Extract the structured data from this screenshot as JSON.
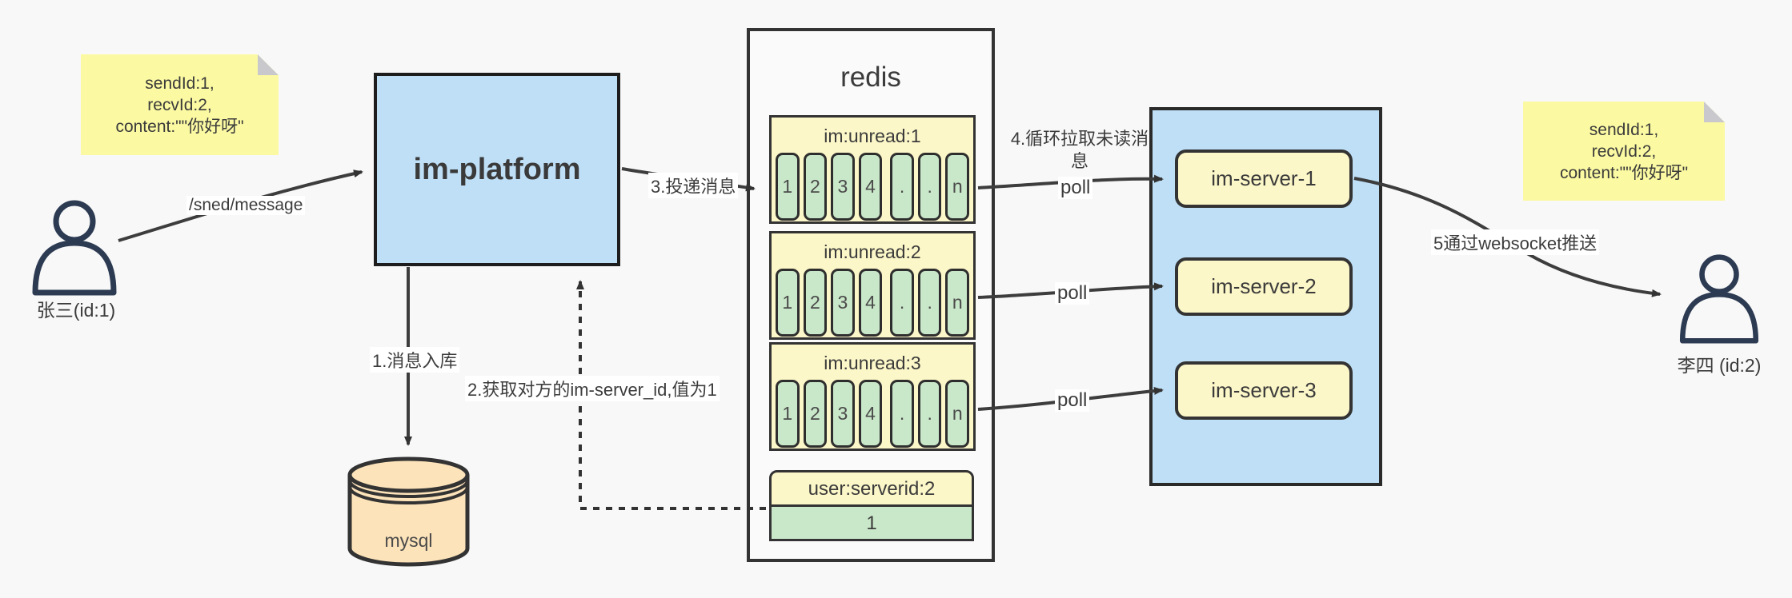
{
  "page": {
    "background": "#f8f8f8"
  },
  "sender": {
    "name": "张三(id:1)"
  },
  "receiver": {
    "name": "李四 (id:2)"
  },
  "note_left": {
    "lines": [
      "sendId:1,",
      "recvId:2,",
      "content:\"\"你好呀\""
    ]
  },
  "note_right": {
    "lines": [
      "sendId:1,",
      "recvId:2,",
      "content:\"\"你好呀\""
    ]
  },
  "platform": {
    "title": "im-platform"
  },
  "mysql": {
    "title": "mysql"
  },
  "redis": {
    "title": "redis",
    "queues": [
      {
        "header": "im:unread:1",
        "cells": [
          "1",
          "2",
          "3",
          "4",
          ".",
          ".",
          "n"
        ]
      },
      {
        "header": "im:unread:2",
        "cells": [
          "1",
          "2",
          "3",
          "4",
          ".",
          ".",
          "n"
        ]
      },
      {
        "header": "im:unread:3",
        "cells": [
          "1",
          "2",
          "3",
          "4",
          ".",
          ".",
          "n"
        ]
      }
    ],
    "kv": {
      "key": "user:serverid:2",
      "value": "1"
    }
  },
  "servers": {
    "items": [
      {
        "label": "im-server-1"
      },
      {
        "label": "im-server-2"
      },
      {
        "label": "im-server-3"
      }
    ]
  },
  "labels": {
    "send_api": "/sned/message",
    "step1": "1.消息入库",
    "step2": "2.获取对方的im-server_id,值为1",
    "step3": "3.投递消息",
    "step4": "4.循环拉取未读消息",
    "step5": "5通过websocket推送",
    "poll": "poll"
  },
  "colors": {
    "blue": "#bedff6",
    "sticky_yellow": "#fbf9a2",
    "pale_yellow": "#fcf7c8",
    "green": "#c9e7c9",
    "beige": "#fce3ba",
    "border": "#333333",
    "arrow": "#3d3d3d",
    "person_stroke": "#2c3a52"
  }
}
